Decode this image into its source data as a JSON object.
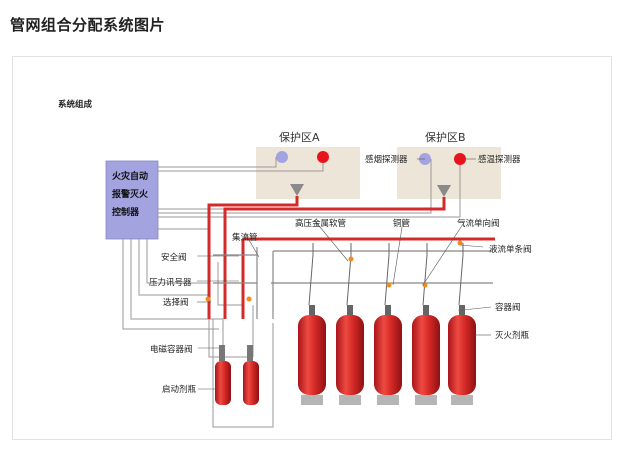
{
  "page": {
    "title": "管网组合分配系统图片"
  },
  "diagram": {
    "section_label": "系统组成",
    "controller_lines": [
      "火灾自动",
      "报警灭火",
      "控制器"
    ],
    "zones": [
      {
        "name": "保护区A"
      },
      {
        "name": "保护区B"
      }
    ],
    "labels": {
      "smoke_detector": "感烟探测器",
      "heat_detector": "感温探测器",
      "hp_hose": "高压金属软管",
      "copper_pipe": "铜管",
      "gas_check_valve": "气流单向阀",
      "manifold": "集流管",
      "liquid_check_valve": "液流单条阀",
      "safety_valve": "安全阀",
      "pressure_switch": "压力讯号器",
      "selector_valve": "选择阀",
      "container_valve": "容器阀",
      "agent_bottle": "灭火剂瓶",
      "solenoid_valve": "电磁容器阀",
      "starter_bottle": "启动剂瓶"
    },
    "colors": {
      "pipe_red": "#d42a2a",
      "control_line": "#9a9a9a",
      "controller_fill": "#a3a3e0",
      "zone_fill": "#ede5d8",
      "smoke_detector": "#a3a3e0",
      "heat_detector": "#e8141c",
      "cylinder": "#d62a26"
    }
  }
}
